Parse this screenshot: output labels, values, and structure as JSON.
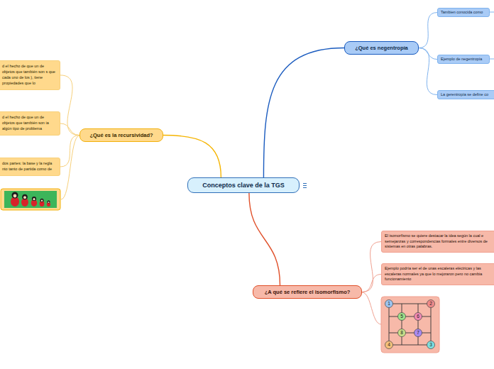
{
  "diagram": {
    "title": "Conceptos clave de la TGS",
    "nodes": [
      {
        "text": [
          "Conceptos clave de la TGS"
        ]
      },
      {
        "text": [
          "¿Qué es negentropía"
        ]
      },
      {
        "text": [
          "Tambien conocida como"
        ]
      },
      {
        "text": [
          "Ejemplo de negentropía"
        ]
      },
      {
        "text": [
          "La gerentropía se define co"
        ]
      },
      {
        "text": [
          "¿Qué es la recursividad?"
        ]
      },
      {
        "text": [
          "d el hecho de que un de objetos que también son s que cada uno de los ), tiene propiedades que lo"
        ]
      },
      {
        "text": [
          "d el hecho de que un de objetos que también son ia algún tipo de problema"
        ]
      },
      {
        "text": [
          "dos partes: la base y la regla nto tanto de partida como de"
        ]
      },
      {
        "text": [
          "¿A qué se refiere el isomorfismo?"
        ]
      },
      {
        "text": [
          "El isomorfismo se quiere destacar la idea según la cual e semejanzas y correspondencias formales entre diversos de sistemas en otras palabras."
        ]
      },
      {
        "text": [
          "Ejemplo podría ser el de unas escaleras eléctricas y las escaleras normales ya que lo mejoraron pero no cambia funcionamiento"
        ]
      }
    ],
    "edges": [
      {
        "from": 0,
        "to": 1,
        "arrow": "none"
      },
      {
        "from": 1,
        "to": 2,
        "arrow": "none"
      },
      {
        "from": 1,
        "to": 3,
        "arrow": "none"
      },
      {
        "from": 1,
        "to": 4,
        "arrow": "none"
      },
      {
        "from": 0,
        "to": 5,
        "arrow": "none"
      },
      {
        "from": 5,
        "to": 6,
        "arrow": "none"
      },
      {
        "from": 5,
        "to": 7,
        "arrow": "none"
      },
      {
        "from": 5,
        "to": 8,
        "arrow": "none"
      },
      {
        "from": 0,
        "to": 9,
        "arrow": "none"
      },
      {
        "from": 9,
        "to": 10,
        "arrow": "none"
      },
      {
        "from": 9,
        "to": 11,
        "arrow": "none"
      }
    ],
    "labels": [
      "1",
      "2",
      "3",
      "4",
      "5",
      "6",
      "7",
      "8"
    ]
  }
}
